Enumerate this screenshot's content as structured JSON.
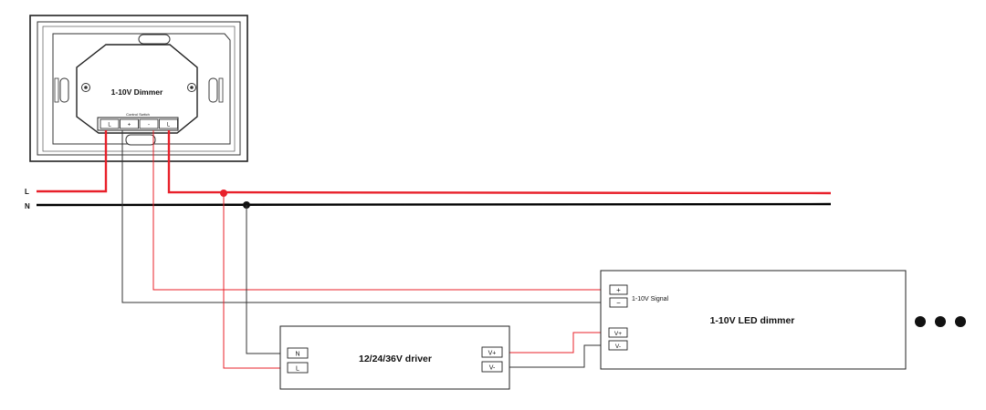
{
  "lines": {
    "live_label": "L",
    "neutral_label": "N"
  },
  "wall_dimmer": {
    "title": "1-10V Dimmer",
    "terminal_header": "Control Switch",
    "terminals": [
      "L",
      "+",
      "-",
      "L"
    ]
  },
  "driver": {
    "title": "12/24/36V driver",
    "inputs": [
      "N",
      "L"
    ],
    "outputs": [
      "V+",
      "V-"
    ]
  },
  "led_dimmer": {
    "title": "1-10V LED dimmer",
    "signal_label": "1-10V Signal",
    "signal_terminals": [
      "+",
      "−"
    ],
    "power_terminals": [
      "V+",
      "V-"
    ]
  },
  "colors": {
    "live": "#e8202a",
    "neutral": "#000000",
    "wire": "#333333",
    "outline": "#222222"
  }
}
